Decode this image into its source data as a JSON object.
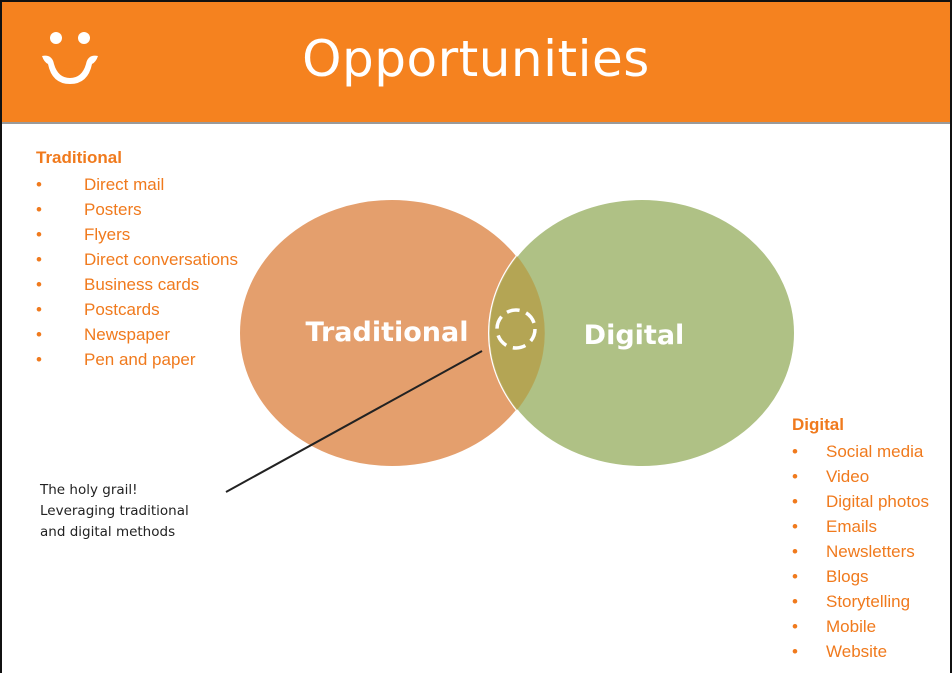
{
  "header": {
    "title": "Opportunities",
    "accent_color": "#f5821f",
    "logo_icon": "paw-smile-logo"
  },
  "traditional_list": {
    "heading": "Traditional",
    "items": [
      "Direct mail",
      "Posters",
      "Flyers",
      "Direct conversations",
      "Business cards",
      "Postcards",
      "Newspaper",
      "Pen and paper"
    ]
  },
  "digital_list": {
    "heading": "Digital",
    "items": [
      "Social media",
      "Video",
      "Digital photos",
      "Emails",
      "Newsletters",
      "Blogs",
      "Storytelling",
      "Mobile",
      "Website"
    ]
  },
  "venn": {
    "left_label": "Traditional",
    "right_label": "Digital",
    "left_color": "#e39a65",
    "right_color": "#a6ba78",
    "overlap_marker_icon": "dashed-circle-icon"
  },
  "annotation": {
    "lines": [
      "The holy grail!",
      "Leveraging traditional",
      "and digital methods"
    ]
  },
  "list_text_color": "#f07a1d"
}
